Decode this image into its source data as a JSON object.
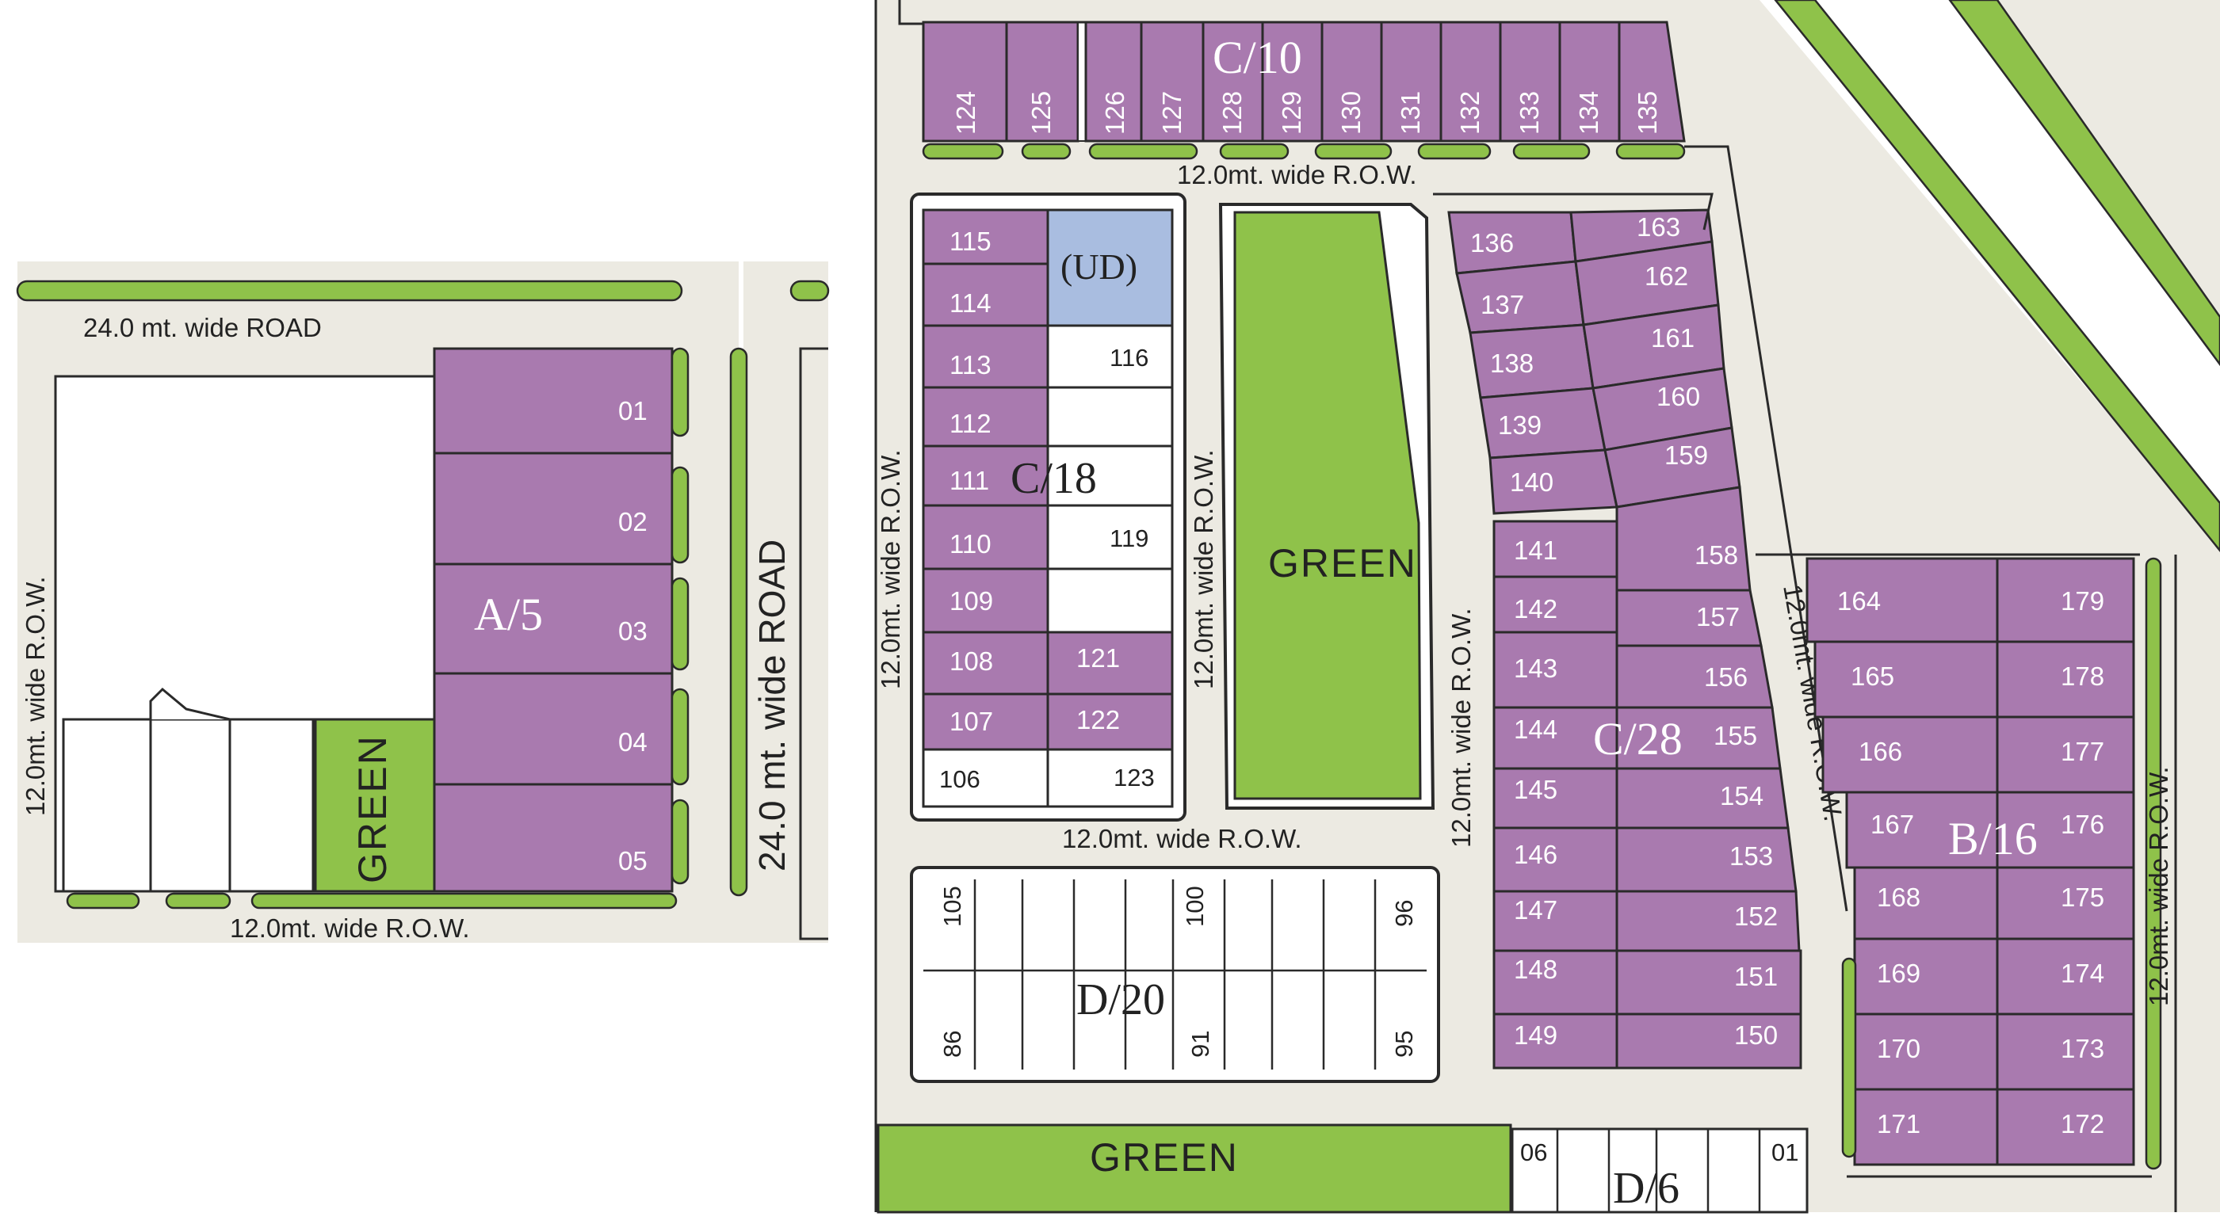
{
  "colors": {
    "plot": "#a97aaf",
    "green": "#8fc24a",
    "road": "#eceae2",
    "undeveloped": "#a9bde0",
    "outline": "#2a2a2a",
    "background": "#ffffff"
  },
  "left_map": {
    "road_top": "24.0 mt. wide ROAD",
    "road_right": "24.0 mt. wide ROAD",
    "row_left": "12.0mt. wide R.O.W.",
    "row_bottom": "12.0mt. wide R.O.W.",
    "green": "GREEN",
    "block": "A/5",
    "plots": [
      "01",
      "02",
      "03",
      "04",
      "05"
    ]
  },
  "right_map": {
    "row_c10": "12.0mt. wide R.O.W.",
    "row_c18_left": "12.0mt. wide R.O.W.",
    "row_c18_right": "12.0mt. wide R.O.W.",
    "row_d20_top": "12.0mt. wide R.O.W.",
    "row_c28_left": "12.0mt. wide R.O.W.",
    "row_c28_right": "12.0mt. wide R.O.W.",
    "row_b16_right": "12.0mt. wide R.O.W.",
    "green_center": "GREEN",
    "green_bottom": "GREEN",
    "blocks": {
      "c10": "C/10",
      "c18": "C/18",
      "c28": "C/28",
      "b16": "B/16",
      "d20": "D/20",
      "d6": "D/6"
    },
    "ud_label": "(UD)",
    "c10_plots": [
      "124",
      "125",
      "126",
      "127",
      "128",
      "129",
      "130",
      "131",
      "132",
      "133",
      "134",
      "135"
    ],
    "c18_left": [
      "115",
      "114",
      "113",
      "112",
      "111",
      "110",
      "109",
      "108",
      "107",
      "106"
    ],
    "c18_right": [
      "116",
      "119",
      "121",
      "122",
      "123"
    ],
    "c28_top_left": [
      "136",
      "137",
      "138",
      "139",
      "140"
    ],
    "c28_top_right": [
      "163",
      "162",
      "161",
      "160",
      "159"
    ],
    "c28_left": [
      "141",
      "142",
      "143",
      "144",
      "145",
      "146",
      "147",
      "148",
      "149"
    ],
    "c28_right": [
      "158",
      "157",
      "156",
      "155",
      "154",
      "153",
      "152",
      "151",
      "150"
    ],
    "b16_left": [
      "164",
      "165",
      "166",
      "167",
      "168",
      "169",
      "170",
      "171"
    ],
    "b16_right": [
      "179",
      "178",
      "177",
      "176",
      "175",
      "174",
      "173",
      "172"
    ],
    "d20_labels": {
      "top_left": "105",
      "top_mid": "100",
      "top_right": "96",
      "bot_left": "86",
      "bot_mid": "91",
      "bot_right": "95"
    },
    "d6_labels": {
      "left": "06",
      "right": "01"
    }
  }
}
